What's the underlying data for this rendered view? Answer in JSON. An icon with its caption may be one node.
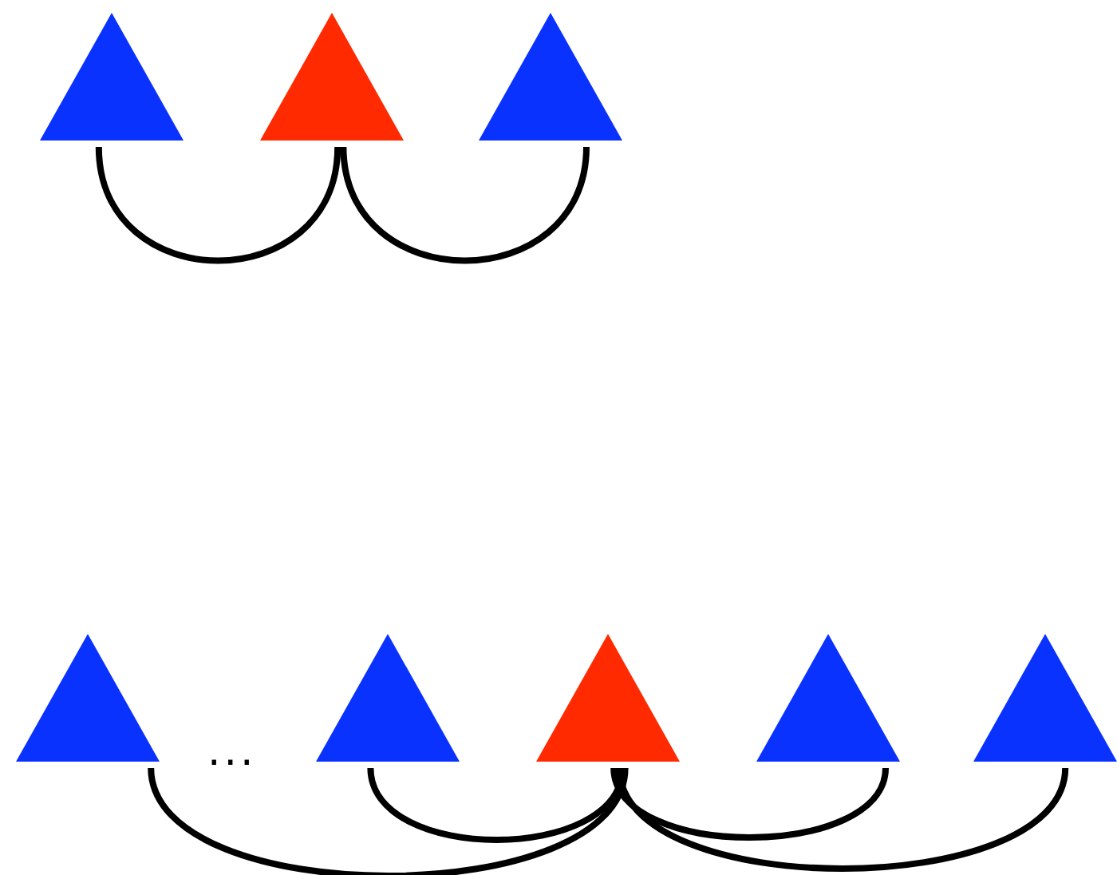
{
  "diagram": {
    "nodes": [
      {
        "text": [],
        "shape": "triangle"
      },
      {
        "text": [],
        "shape": "triangle"
      },
      {
        "text": [],
        "shape": "triangle"
      },
      {
        "text": [],
        "shape": "triangle"
      },
      {
        "text": [],
        "shape": "triangle"
      },
      {
        "text": [],
        "shape": "triangle"
      },
      {
        "text": [],
        "shape": "triangle"
      },
      {
        "text": [],
        "shape": "triangle"
      }
    ],
    "edges": [
      {
        "from": 0,
        "to": 1,
        "arrow": "none"
      },
      {
        "from": 1,
        "to": 2,
        "arrow": "none"
      },
      {
        "from": 3,
        "to": 5,
        "arrow": "none"
      },
      {
        "from": 4,
        "to": 5,
        "arrow": "none"
      },
      {
        "from": 5,
        "to": 6,
        "arrow": "none"
      },
      {
        "from": 5,
        "to": 7,
        "arrow": "none"
      }
    ],
    "labels": [
      "..."
    ]
  }
}
